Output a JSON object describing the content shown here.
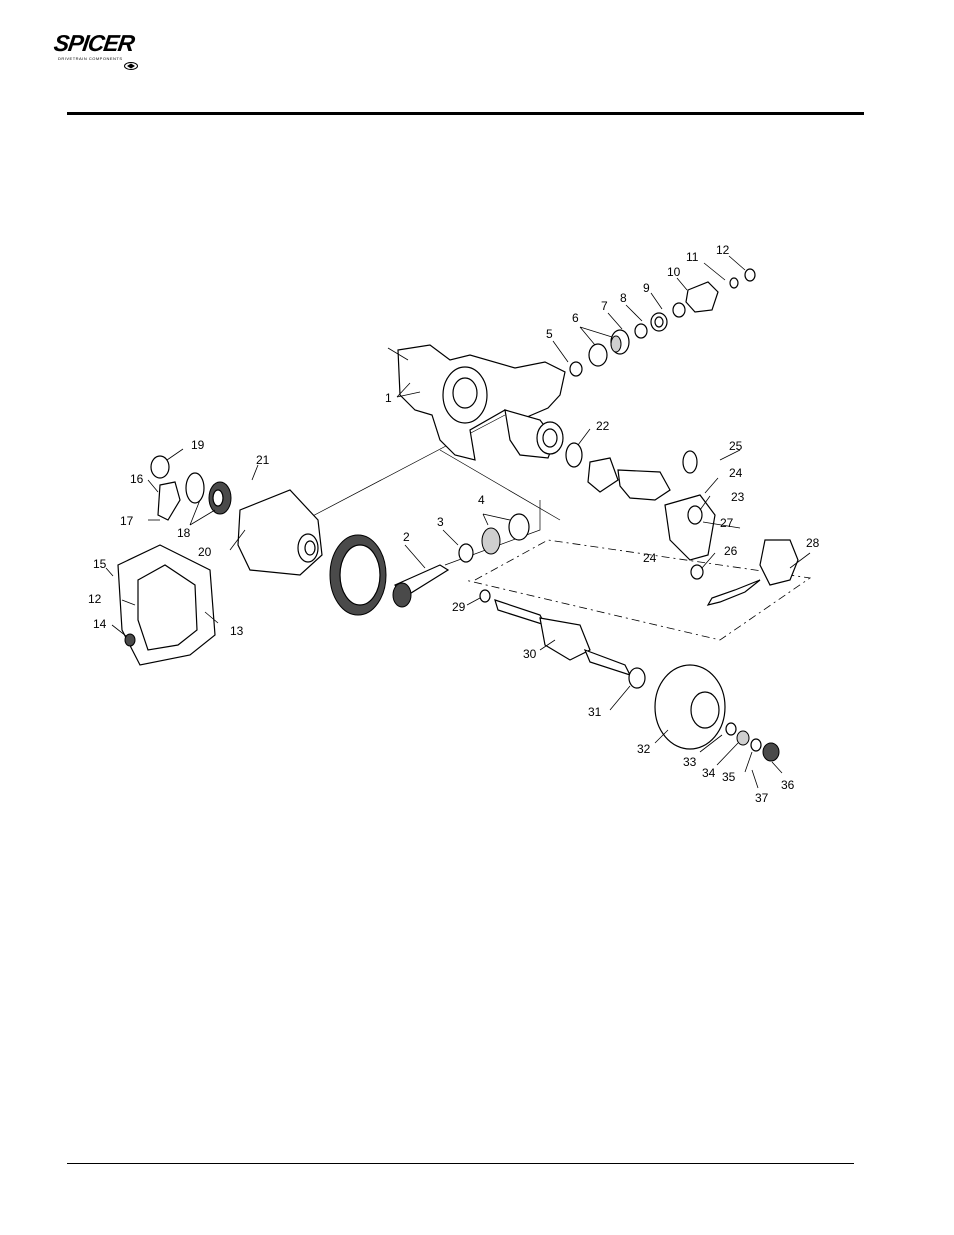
{
  "header": {
    "logo_text": "SPICER",
    "logo_subtitle": "DRIVETRAIN COMPONENTS"
  },
  "callouts": [
    "1",
    "2",
    "3",
    "4",
    "5",
    "6",
    "7",
    "8",
    "9",
    "10",
    "11",
    "12",
    "14",
    "15",
    "12",
    "13",
    "16",
    "17",
    "18",
    "19",
    "20",
    "21",
    "22",
    "23",
    "24",
    "24",
    "25",
    "26",
    "27",
    "28",
    "29",
    "30",
    "31",
    "32",
    "33",
    "34",
    "35",
    "36",
    "37"
  ],
  "colors": {
    "line": "#000000",
    "background": "#ffffff"
  }
}
